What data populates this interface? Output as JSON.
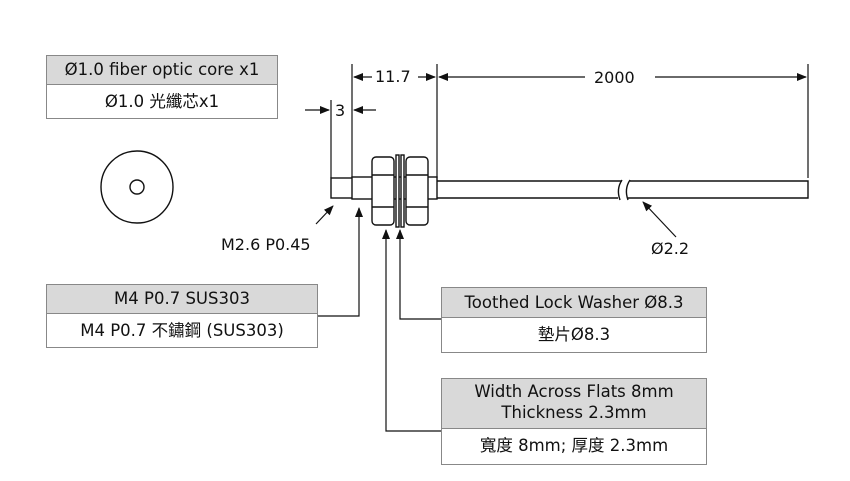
{
  "labels": {
    "core": {
      "header": "Ø1.0 fiber optic core x1",
      "body": "Ø1.0 光纖芯x1"
    },
    "nut": {
      "header": "M4 P0.7 SUS303",
      "body": "M4 P0.7 不鏽鋼 (SUS303)"
    },
    "washer": {
      "header": "Toothed Lock Washer Ø8.3",
      "body": "墊片Ø8.3"
    },
    "flats": {
      "header_line1": "Width Across Flats 8mm",
      "header_line2": "Thickness 2.3mm",
      "body": "寬度 8mm; 厚度 2.3mm"
    }
  },
  "dimensions": {
    "tip_length": "3",
    "thread_length": "11.7",
    "cable_length": "2000",
    "tip_thread": "M2.6 P0.45",
    "cable_diameter": "Ø2.2"
  },
  "colors": {
    "line": "#111111",
    "box_header": "#d9d9d9",
    "box_border": "#888888"
  }
}
